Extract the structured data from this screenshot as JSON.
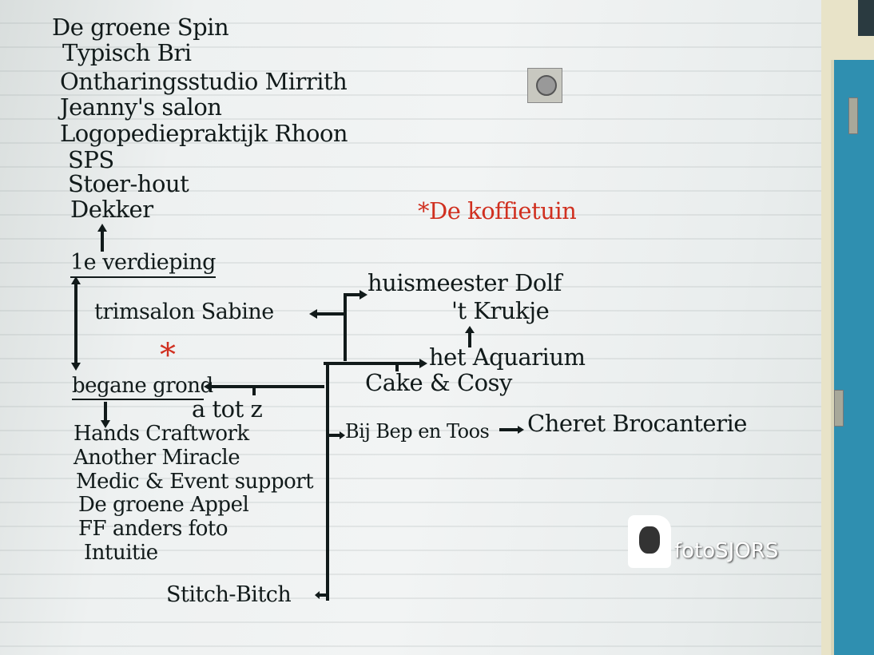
{
  "upper_floor_list": [
    "De groene Spin",
    "Typisch Bri",
    "Ontharingsstudio Mirrith",
    "Jeanny's salon",
    "Logopediepraktijk Rhoon",
    "SPS",
    "Stoer-hout",
    "Dekker"
  ],
  "floor_1_label": "1e verdieping",
  "ground_floor_label": "begane grond",
  "trimsalon": "trimsalon Sabine",
  "a_tot_z": "a tot z",
  "ground_floor_list": [
    "Hands Craftwork",
    "Another Miracle",
    "Medic & Event support",
    "De groene Appel",
    "FF anders foto",
    "Intuitie"
  ],
  "stitch_bitch": "Stitch-Bitch",
  "huismeester": "huismeester Dolf",
  "krukje": "'t Krukje",
  "aquarium": "het Aquarium",
  "cake_cosy": "Cake & Cosy",
  "bij_bep": "Bij Bep en Toos",
  "cheret": "Cheret Brocanterie",
  "koffietuin": "De koffietuin",
  "asterisk": "*",
  "watermark": "fotoSJORS",
  "colors": {
    "ink": "#111a1a",
    "red": "#d03020",
    "door": "#2f8fb0"
  }
}
